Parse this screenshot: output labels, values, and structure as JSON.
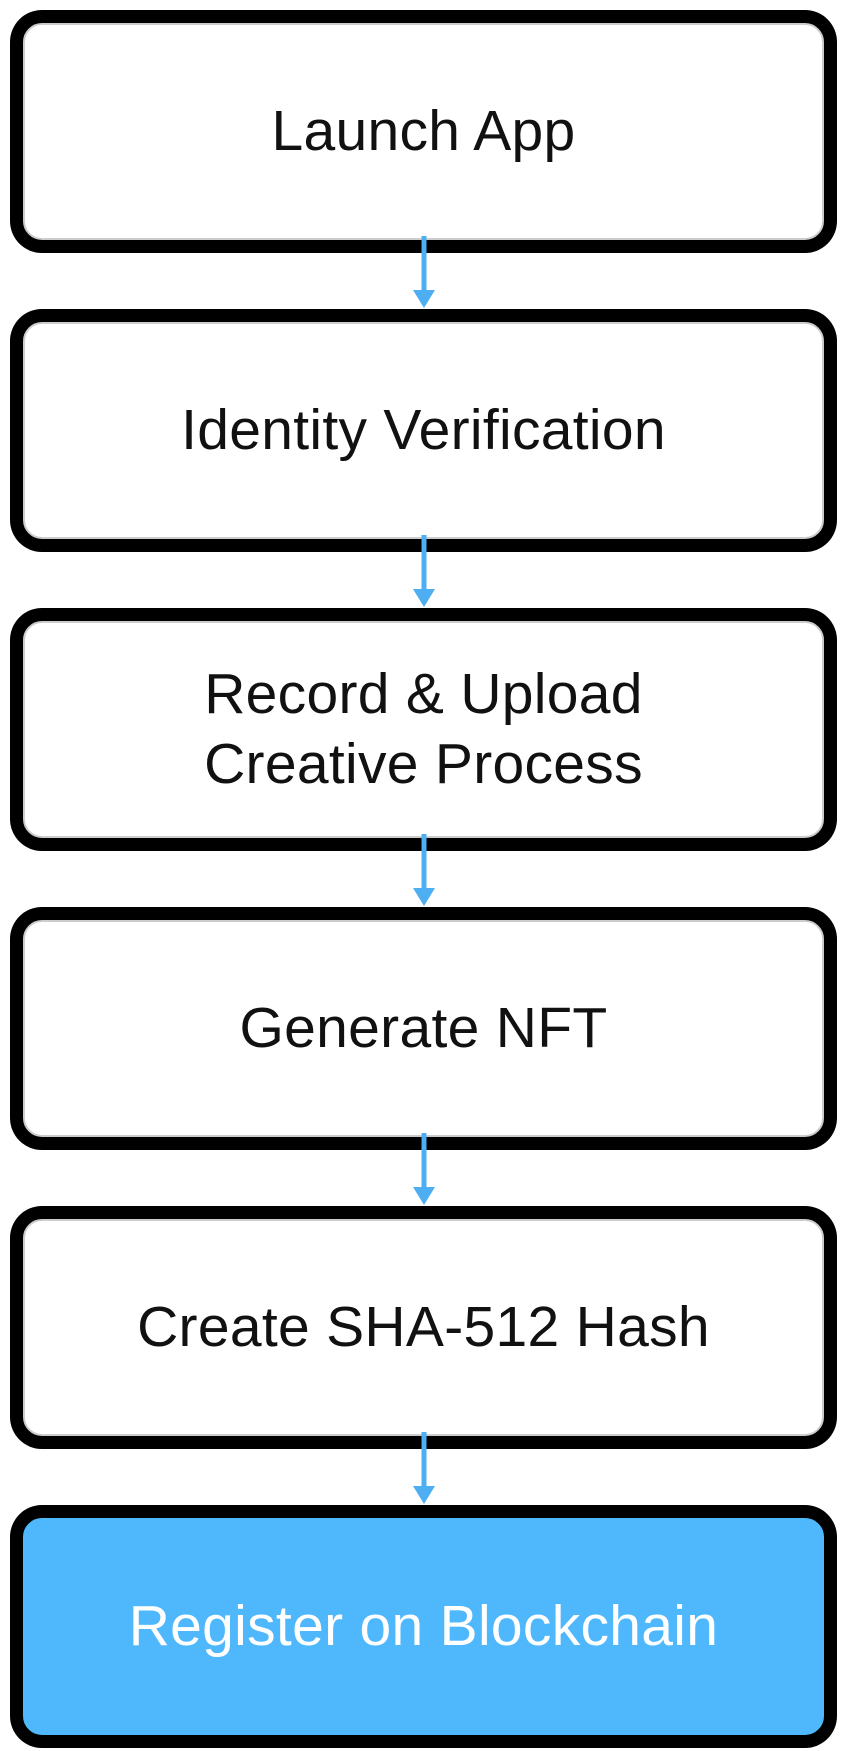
{
  "diagram": {
    "type": "flowchart",
    "direction": "top-down",
    "steps": [
      {
        "label": "Launch App",
        "highlighted": false
      },
      {
        "label": "Identity Verification",
        "highlighted": false
      },
      {
        "label": "Record & Upload\nCreative Process",
        "highlighted": false
      },
      {
        "label": "Generate NFT",
        "highlighted": false
      },
      {
        "label": "Create SHA-512 Hash",
        "highlighted": false
      },
      {
        "label": "Register on Blockchain",
        "highlighted": true
      }
    ],
    "connector_icon": "arrow-down-icon",
    "colors": {
      "node_border": "#000000",
      "node_fill": "#ffffff",
      "node_inner_stroke": "#cccccc",
      "highlight_fill": "#4FB8FC",
      "highlight_text": "#ffffff",
      "text": "#111111",
      "arrow": "#4DAFF2"
    }
  }
}
